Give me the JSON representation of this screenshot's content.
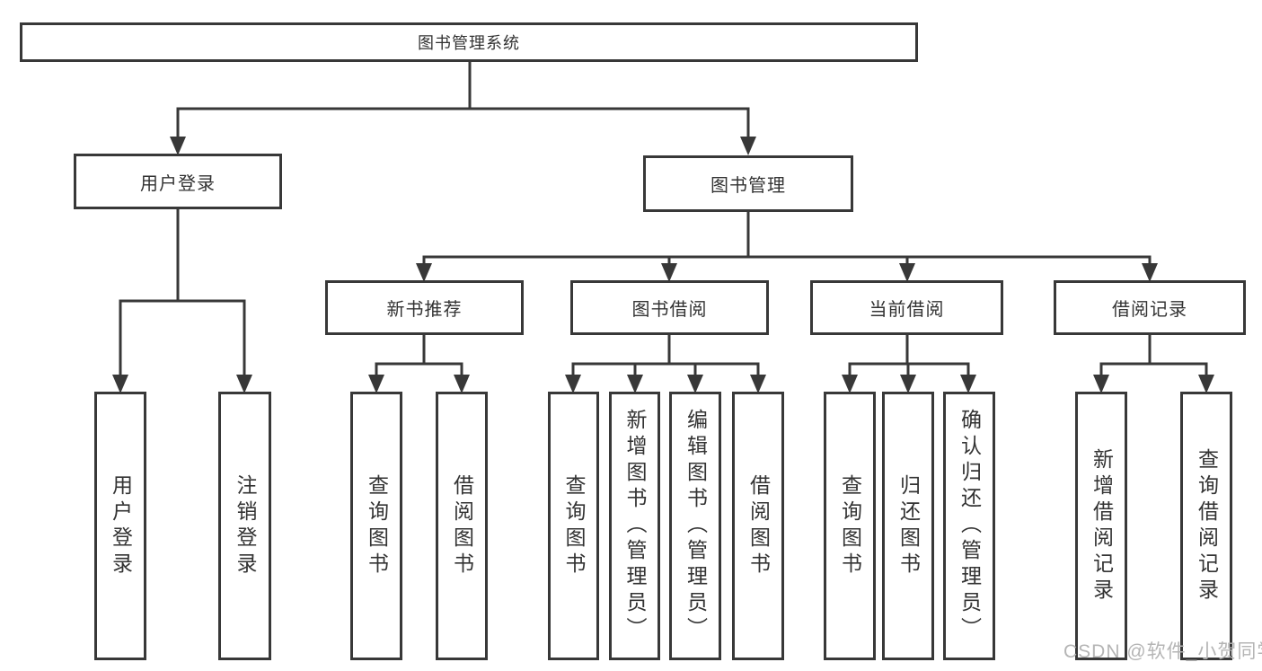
{
  "diagram": {
    "root": {
      "label": "图书管理系统"
    },
    "level2": {
      "user_login": {
        "label": "用户登录"
      },
      "book_mgmt": {
        "label": "图书管理"
      }
    },
    "level3": {
      "new_rec": {
        "label": "新书推荐"
      },
      "borrow": {
        "label": "图书借阅"
      },
      "current": {
        "label": "当前借阅"
      },
      "records": {
        "label": "借阅记录"
      }
    },
    "leaves": {
      "user_login_leaf": {
        "label": "用户登录"
      },
      "logout": {
        "label": "注销登录"
      },
      "rec_query_book": {
        "label": "查询图书"
      },
      "rec_borrow_book": {
        "label": "借阅图书"
      },
      "bor_query_book": {
        "label": "查询图书"
      },
      "bor_add_book": {
        "label": "新增图书（管理员）"
      },
      "bor_edit_book": {
        "label": "编辑图书（管理员）"
      },
      "bor_borrow_book": {
        "label": "借阅图书"
      },
      "cur_query_book": {
        "label": "查询图书"
      },
      "cur_return_book": {
        "label": "归还图书"
      },
      "cur_confirm_return": {
        "label": "确认归还（管理员）"
      },
      "rec_add_record": {
        "label": "新增借阅记录"
      },
      "rec_query_record": {
        "label": "查询借阅记录"
      }
    }
  },
  "watermark": {
    "text": "CSDN @软件_小贺同学"
  },
  "colors": {
    "line": "#383838",
    "text": "#333333",
    "watermark": "#b5b5b5",
    "background": "#ffffff"
  }
}
